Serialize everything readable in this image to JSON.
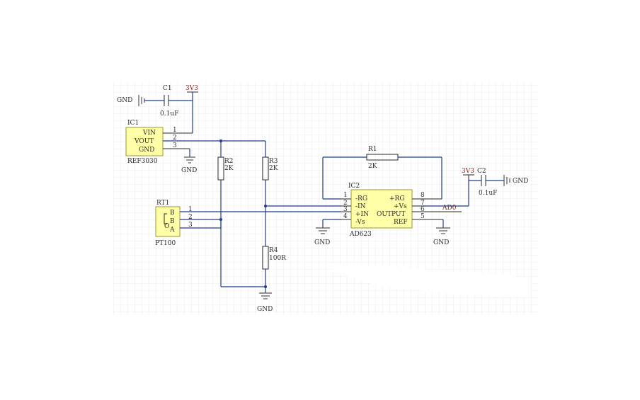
{
  "colors": {
    "wire": "#1f3f8f",
    "body_fill": "#ffffa8",
    "net_label": "#8a1a1a",
    "grid": "#d8d8d8"
  },
  "ic1": {
    "ref": "IC1",
    "part": "REF3030",
    "pins": [
      "VIN",
      "VOUT",
      "GND"
    ],
    "pin_numbers": [
      "1",
      "2",
      "3"
    ]
  },
  "c1": {
    "ref": "C1",
    "value": "0.1uF",
    "net": "3V3",
    "gnd": "GND"
  },
  "gnd_ic1": "GND",
  "r2": {
    "ref": "R2",
    "value": "2K"
  },
  "r3": {
    "ref": "R3",
    "value": "2K"
  },
  "r1": {
    "ref": "R1",
    "value": "2K"
  },
  "r4": {
    "ref": "R4",
    "value": "100R"
  },
  "gnd_r4": "GND",
  "rt1": {
    "ref": "RT1",
    "part": "PT100",
    "pins": [
      "B",
      "B",
      "A"
    ],
    "pin_numbers": [
      "1",
      "2",
      "3"
    ]
  },
  "ic2": {
    "ref": "IC2",
    "part": "AD623",
    "left_pins": [
      "-RG",
      "-IN",
      "+IN",
      "-Vs"
    ],
    "right_pins": [
      "+RG",
      "+Vs",
      "OUTPUT",
      "REF"
    ],
    "left_numbers": [
      "1",
      "2",
      "3",
      "4"
    ],
    "right_numbers": [
      "8",
      "7",
      "6",
      "5"
    ]
  },
  "gnd_ic2_left": "GND",
  "gnd_ic2_right": "GND",
  "c2": {
    "ref": "C2",
    "value": "0.1uF",
    "net": "3V3",
    "gnd": "GND"
  },
  "output_net": "AD0"
}
